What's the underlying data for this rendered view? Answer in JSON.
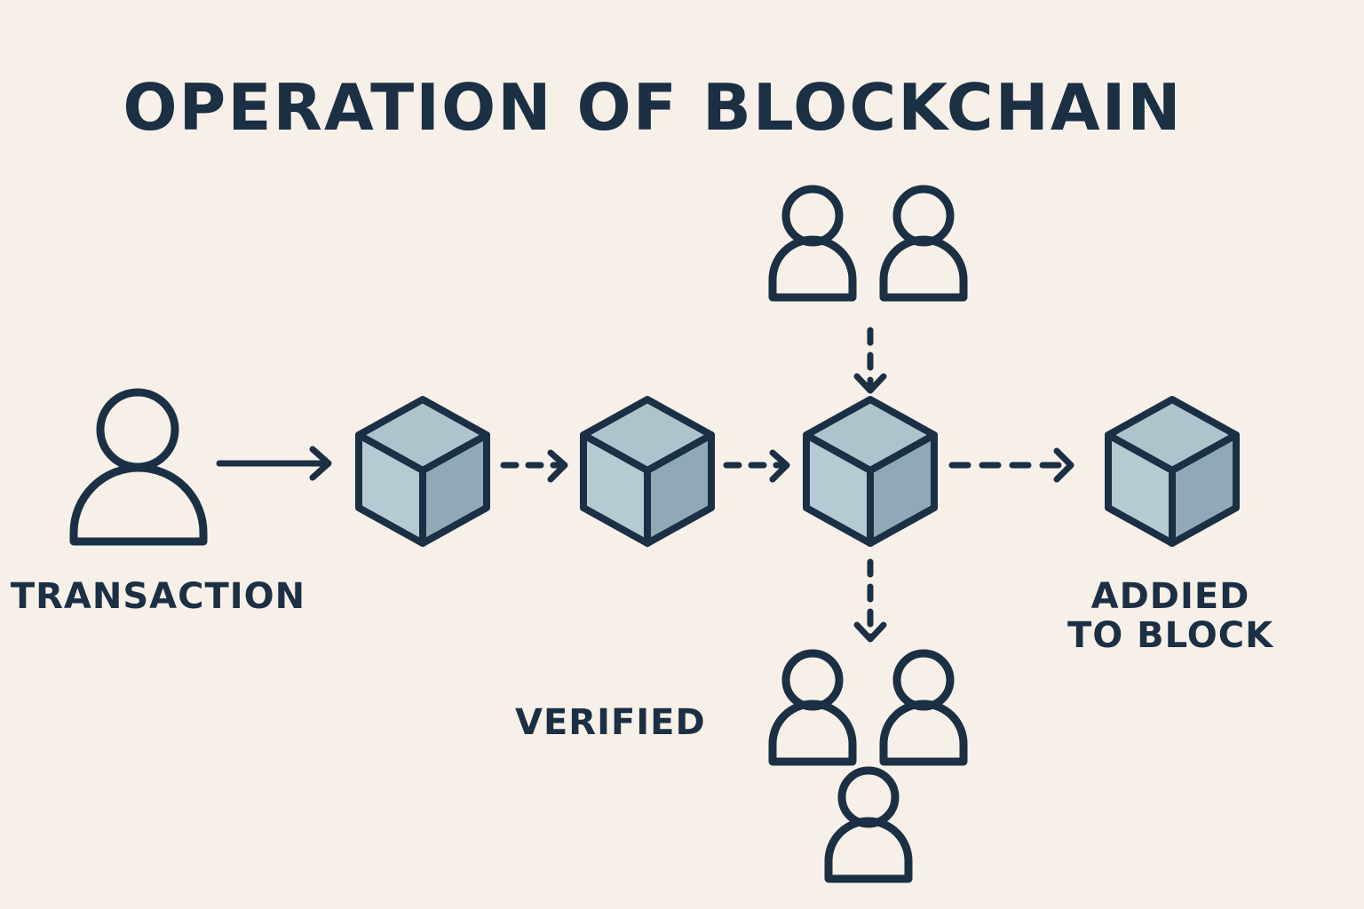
{
  "title": "OPERATION OF BLOCKCHAIN",
  "labels": {
    "transaction": "TRANSACTION",
    "verified": "VERIFIED",
    "added_line1": "ADDIED",
    "added_line2": "TO BLOCK"
  },
  "colors": {
    "background": "#f6f0e8",
    "ink": "#1b2f45",
    "cube_light": "#b6cad3",
    "cube_top": "#aec3cc",
    "cube_dark": "#8faab6"
  },
  "icons": {
    "user": "user-icon",
    "block": "cube-icon",
    "arrow": "arrow-right-icon"
  }
}
